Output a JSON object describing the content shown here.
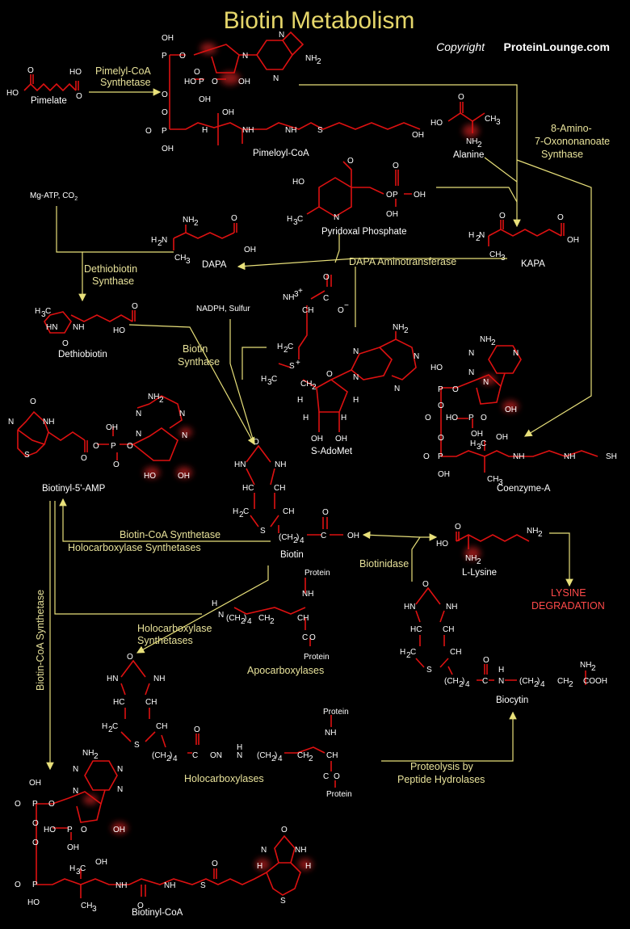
{
  "title": "Biotin Metabolism",
  "copyright_prefix": "Copyright",
  "copyright_brand": "ProteinLounge.com",
  "colors": {
    "background": "#000000",
    "title": "#e5d66a",
    "enzyme": "#e8e29a",
    "bond": "#dd1111",
    "highlight": "#ff4a4a"
  },
  "molecules": {
    "pimelate": "Pimelate",
    "pimeloyl_coa": "Pimeloyl-CoA",
    "alanine": "Alanine",
    "pyridoxal_phosphate": "Pyridoxal Phosphate",
    "kapa": "KAPA",
    "dapa": "DAPA",
    "dethiobiotin": "Dethiobiotin",
    "s_adomet": "S-AdoMet",
    "coenzyme_a": "Coenzyme-A",
    "biotinyl_amp": "Biotinyl-5'-AMP",
    "biotin": "Biotin",
    "l_lysine": "L-Lysine",
    "biocytin": "Biocytin",
    "apocarboxylases": "Apocarboxylases",
    "holocarboxylases": "Holocarboxylases",
    "biotinyl_coa": "Biotinyl-CoA"
  },
  "enzymes": {
    "pimelyl_coa_synthetase": [
      "Pimelyl-CoA",
      "Synthetase"
    ],
    "amino_oxononanoate_synthase": [
      "8-Amino-",
      "7-Oxononanoate",
      "Synthase"
    ],
    "dapa_aminotransferase": "DAPA Aminotransferase",
    "dethiobiotin_synthase": [
      "Dethiobiotin",
      "Synthase"
    ],
    "biotin_synthase": [
      "Biotin",
      "Synthase"
    ],
    "biotin_coa_synthetase": "Biotin-CoA Synthetase",
    "holocarboxylase_synthetases": "Holocarboxylase Synthetases",
    "biotinidase": "Biotinidase",
    "holocarboxylase_synthetases_2": [
      "Holocarboxylase",
      "Synthetases"
    ],
    "biotin_coa_synthetase_vertical": "Biotin-CoA Synthetase",
    "proteolysis": [
      "Proteolysis by",
      "Peptide Hydrolases"
    ]
  },
  "cofactors": {
    "mg_atp": "Mg-ATP, CO",
    "mg_atp_sub": "2",
    "nadph_sulfur": "NADPH, Sulfur"
  },
  "outcome": [
    "LYSINE",
    "DEGRADATION"
  ]
}
